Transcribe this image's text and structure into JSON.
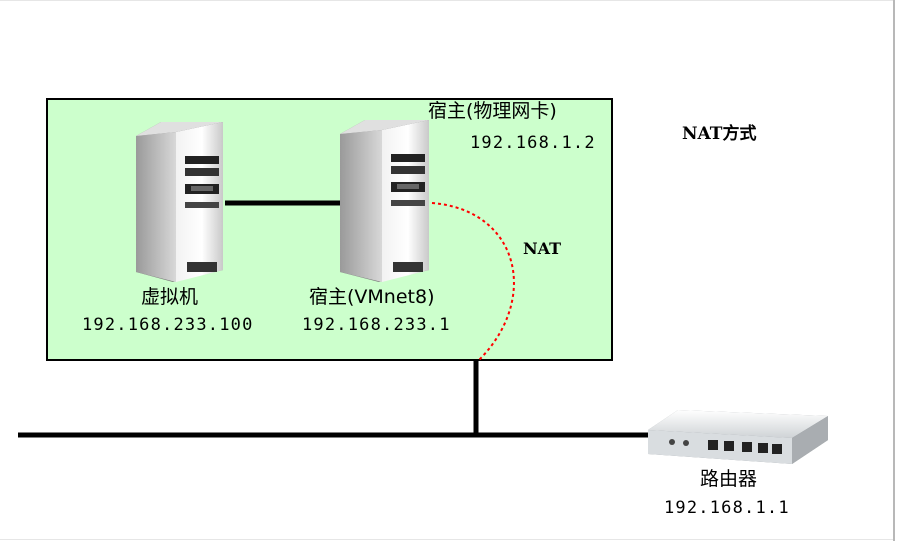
{
  "title": "NAT方式",
  "host_physical": {
    "name": "宿主(物理网卡)",
    "ip": "192.168.1.2"
  },
  "vm": {
    "name": "虚拟机",
    "ip": "192.168.233.100"
  },
  "host_vmnet8": {
    "name": "宿主(VMnet8)",
    "ip": "192.168.233.1"
  },
  "nat_label": "NAT",
  "router": {
    "name": "路由器",
    "ip": "192.168.1.1"
  },
  "colors": {
    "host_box_fill": "#ccffcc",
    "nat_link": "#ff0000",
    "wire": "#000000"
  },
  "icons": {
    "vm": "server-tower-icon",
    "host": "server-tower-icon",
    "router": "router-switch-icon"
  }
}
